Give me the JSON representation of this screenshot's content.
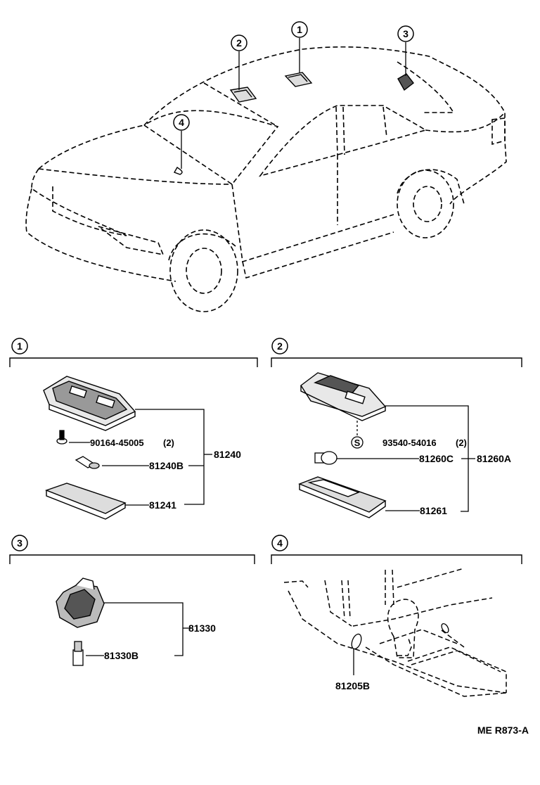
{
  "callouts": [
    "1",
    "2",
    "3",
    "4"
  ],
  "section1": {
    "callout": "1",
    "screw": "90164-45005",
    "screw_qty": "(2)",
    "bulb": "81240B",
    "assembly": "81240",
    "lens": "81241"
  },
  "section2": {
    "callout": "2",
    "screw_symbol": "S",
    "screw": "93540-54016",
    "screw_qty": "(2)",
    "bulb": "81260C",
    "assembly": "81260A",
    "lens": "81261"
  },
  "section3": {
    "callout": "3",
    "assembly": "81330",
    "bulb": "81330B"
  },
  "section4": {
    "callout": "4",
    "bulb": "81205B"
  },
  "figure_code": "ME R873-A"
}
